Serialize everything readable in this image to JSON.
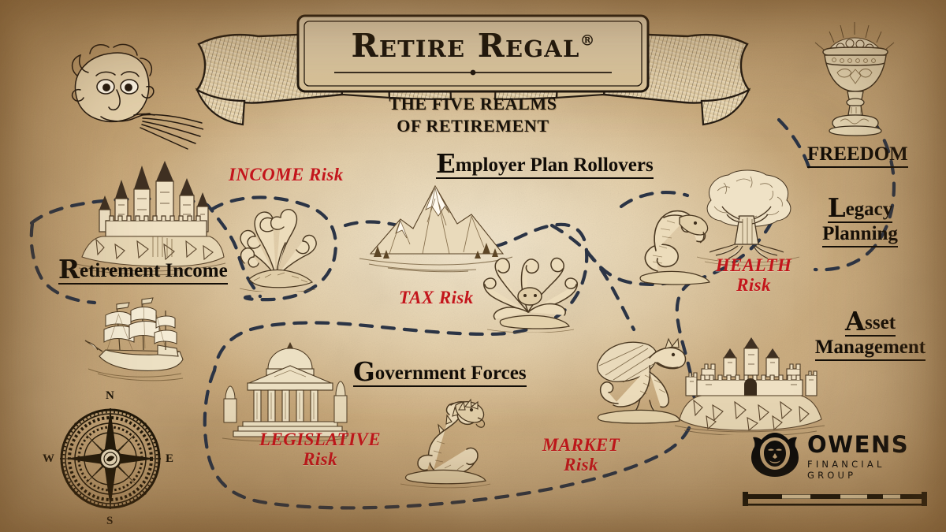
{
  "map": {
    "title": "Retire Regal",
    "trademark": "®",
    "subtitle_line1": "THE FIVE REALMS",
    "subtitle_line2": "OF RETIREMENT",
    "accent_red": "#c3151b",
    "ink": "#120d07",
    "route_color": "#2b3445",
    "parchment": "#e8d3ab"
  },
  "realms": [
    {
      "id": "retirement-income",
      "dropcap": "R",
      "rest": "etirement Income",
      "full": "Retirement Income"
    },
    {
      "id": "employer-plan-rollovers",
      "dropcap": "E",
      "rest": "mployer  Plan Rollovers",
      "full": "Employer Plan Rollovers"
    },
    {
      "id": "government-forces",
      "dropcap": "G",
      "rest": "overnment Forces",
      "full": "Government Forces"
    },
    {
      "id": "legacy-planning",
      "dropcap": "L",
      "rest": "egacy",
      "line2": "Planning",
      "full": "Legacy Planning"
    },
    {
      "id": "asset-management",
      "dropcap": "A",
      "rest": "sset",
      "line2": "Management",
      "full": "Asset Management"
    }
  ],
  "risks": [
    {
      "id": "income-risk",
      "caps": "INCOME",
      "word": " Risk",
      "full": "INCOME Risk"
    },
    {
      "id": "tax-risk",
      "caps": "TAX",
      "word": " Risk",
      "full": "TAX Risk"
    },
    {
      "id": "health-risk",
      "caps": "HEALTH",
      "word": "Risk",
      "full": "HEALTH Risk"
    },
    {
      "id": "legislative-risk",
      "caps": "LEGISLATIVE",
      "word": "Risk",
      "full": "LEGISLATIVE Risk"
    },
    {
      "id": "market-risk",
      "caps": "MARKET",
      "word": "Risk",
      "full": "MARKET Risk"
    }
  ],
  "treasure": {
    "label": "FREEDOM"
  },
  "compass": {
    "north": "N",
    "east": "E",
    "south": "S",
    "west": "W"
  },
  "logo": {
    "name": "OWENS",
    "tagline": "FINANCIAL GROUP"
  },
  "illustrations": [
    {
      "id": "wind-head",
      "name": "wind-head-illustration"
    },
    {
      "id": "castle-waterfall",
      "name": "castle-waterfall-illustration"
    },
    {
      "id": "hydra",
      "name": "hydra-illustration"
    },
    {
      "id": "mountain",
      "name": "mountain-illustration"
    },
    {
      "id": "kraken",
      "name": "kraken-illustration"
    },
    {
      "id": "serpent",
      "name": "serpent-illustration"
    },
    {
      "id": "tree-of-life",
      "name": "tree-illustration"
    },
    {
      "id": "galleon",
      "name": "sailing-ship-illustration"
    },
    {
      "id": "temple",
      "name": "government-temple-illustration"
    },
    {
      "id": "sea-dragon",
      "name": "sea-dragon-illustration"
    },
    {
      "id": "dragon",
      "name": "winged-dragon-illustration"
    },
    {
      "id": "fortress",
      "name": "fortress-castle-illustration"
    },
    {
      "id": "chalice",
      "name": "treasure-chalice-illustration"
    }
  ]
}
